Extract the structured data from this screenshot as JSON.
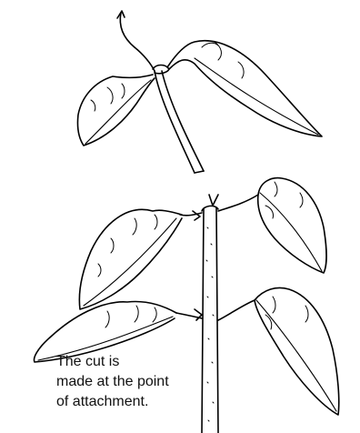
{
  "caption": {
    "line1": "The cut is",
    "line2": "made at the point",
    "line3": "of attachment."
  }
}
